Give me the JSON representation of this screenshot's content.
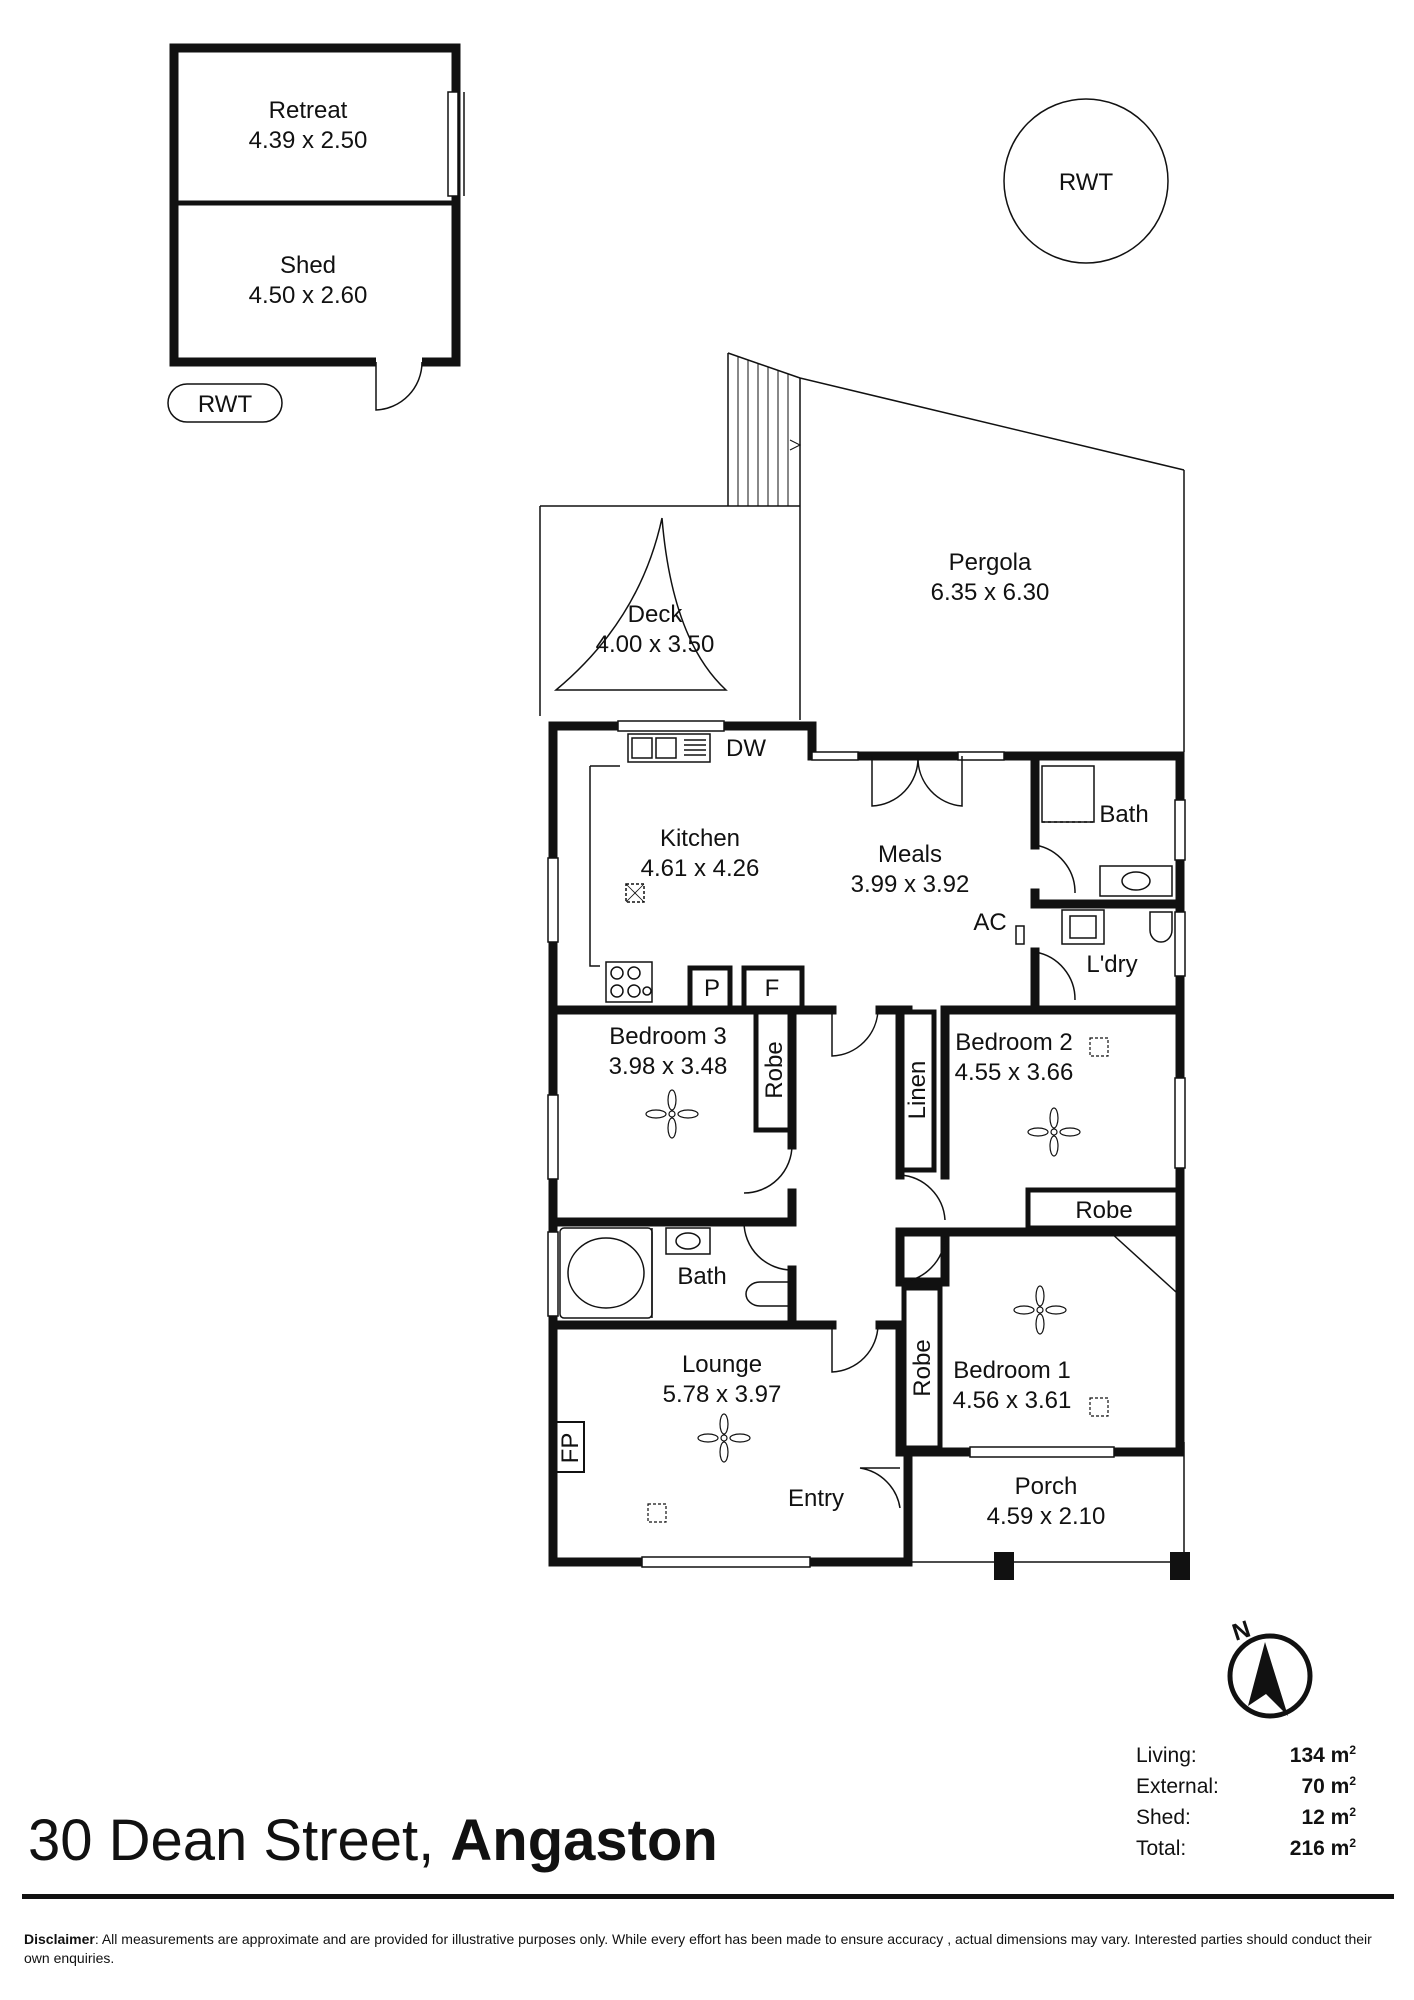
{
  "address": {
    "street": "30 Dean Street,",
    "suburb": "Angaston"
  },
  "outbuildings": [
    {
      "name": "Retreat",
      "dims": "4.39 x 2.50"
    },
    {
      "name": "Shed",
      "dims": "4.50 x 2.60"
    }
  ],
  "rwt_labels": {
    "round": "RWT",
    "pill": "RWT"
  },
  "outdoor": [
    {
      "name": "Deck",
      "dims": "4.00 x 3.50"
    },
    {
      "name": "Pergola",
      "dims": "6.35 x 6.30"
    },
    {
      "name": "Porch",
      "dims": "4.59 x 2.10"
    }
  ],
  "rooms": {
    "kitchen": {
      "name": "Kitchen",
      "dims": "4.61 x 4.26"
    },
    "meals": {
      "name": "Meals",
      "dims": "3.99 x 3.92"
    },
    "bedroom3": {
      "name": "Bedroom 3",
      "dims": "3.98 x 3.48"
    },
    "bedroom2": {
      "name": "Bedroom 2",
      "dims": "4.55 x 3.66"
    },
    "bedroom1": {
      "name": "Bedroom 1",
      "dims": "4.56 x 3.61"
    },
    "lounge": {
      "name": "Lounge",
      "dims": "5.78 x 3.97"
    }
  },
  "labels": {
    "dw": "DW",
    "bath_ensuite": "Bath",
    "ac": "AC",
    "laundry": "L'dry",
    "pantry": "P",
    "fridge": "F",
    "robe_b3": "Robe",
    "linen": "Linen",
    "robe_b2": "Robe",
    "bath_main": "Bath",
    "robe_b1": "Robe",
    "fp": "FP",
    "entry": "Entry"
  },
  "areas": [
    {
      "label": "Living:",
      "value": "134 m",
      "unit_sup": "2"
    },
    {
      "label": "External:",
      "value": "70 m",
      "unit_sup": "2"
    },
    {
      "label": "Shed:",
      "value": "12 m",
      "unit_sup": "2"
    },
    {
      "label": "Total:",
      "value": "216 m",
      "unit_sup": "2"
    }
  ],
  "disclaimer": {
    "heading": "Disclaimer",
    "text": ": All measurements are approximate and are provided for illustrative purposes only. While every effort has been made to ensure accuracy , actual dimensions may vary. Interested parties should conduct their own enquiries."
  },
  "compass": {
    "north_label": "N"
  }
}
